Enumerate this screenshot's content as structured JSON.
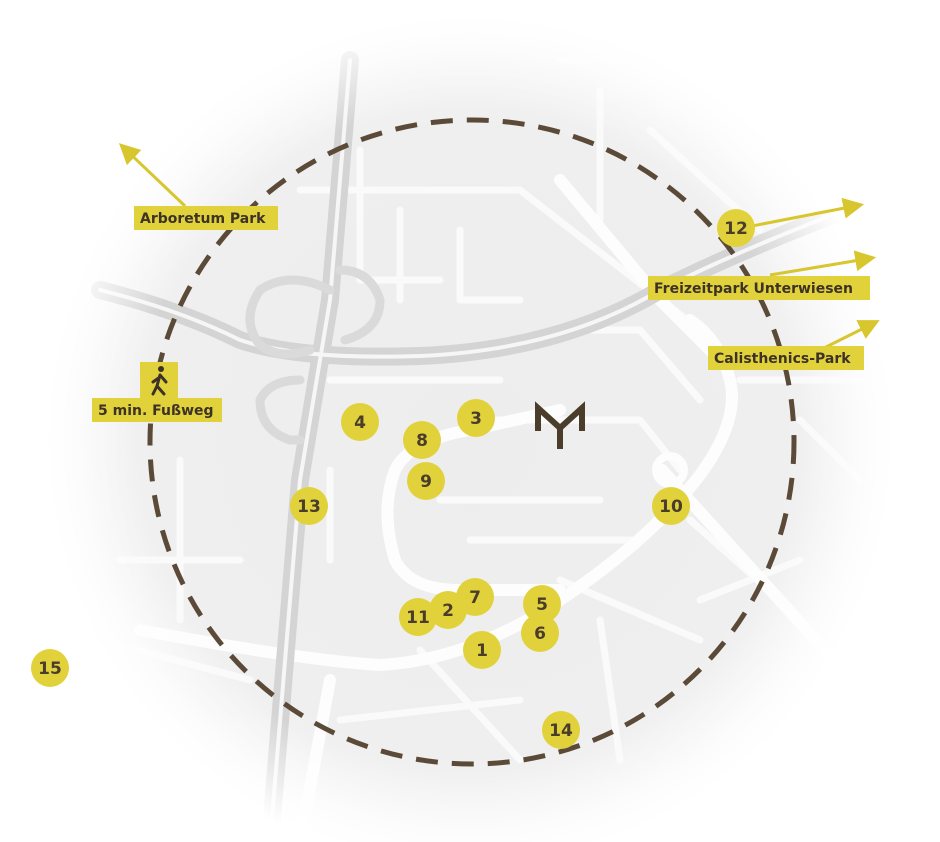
{
  "colors": {
    "marker_fill": "#e1d23c",
    "marker_text": "#4a3d2c",
    "radius_ring": "#5b4a38",
    "arrow": "#d8c62f",
    "map_land": "#efefef",
    "roads": "#fbfbfb",
    "highway": "#d6d6d6"
  },
  "logo": {
    "icon": "m-logo-icon"
  },
  "walk": {
    "icon": "pedestrian-icon",
    "label": "5 min. Fußweg"
  },
  "markers": [
    "1",
    "2",
    "3",
    "4",
    "5",
    "6",
    "7",
    "8",
    "9",
    "10",
    "11",
    "12",
    "13",
    "14",
    "15"
  ],
  "destinations": [
    {
      "label": "Arboretum Park",
      "icon": "arrow-up-left-icon"
    },
    {
      "label": "Freizeitpark Unterwiesen",
      "icon": "arrow-right-icon"
    },
    {
      "label": "Calisthenics-Park",
      "icon": "arrow-up-right-icon"
    }
  ]
}
